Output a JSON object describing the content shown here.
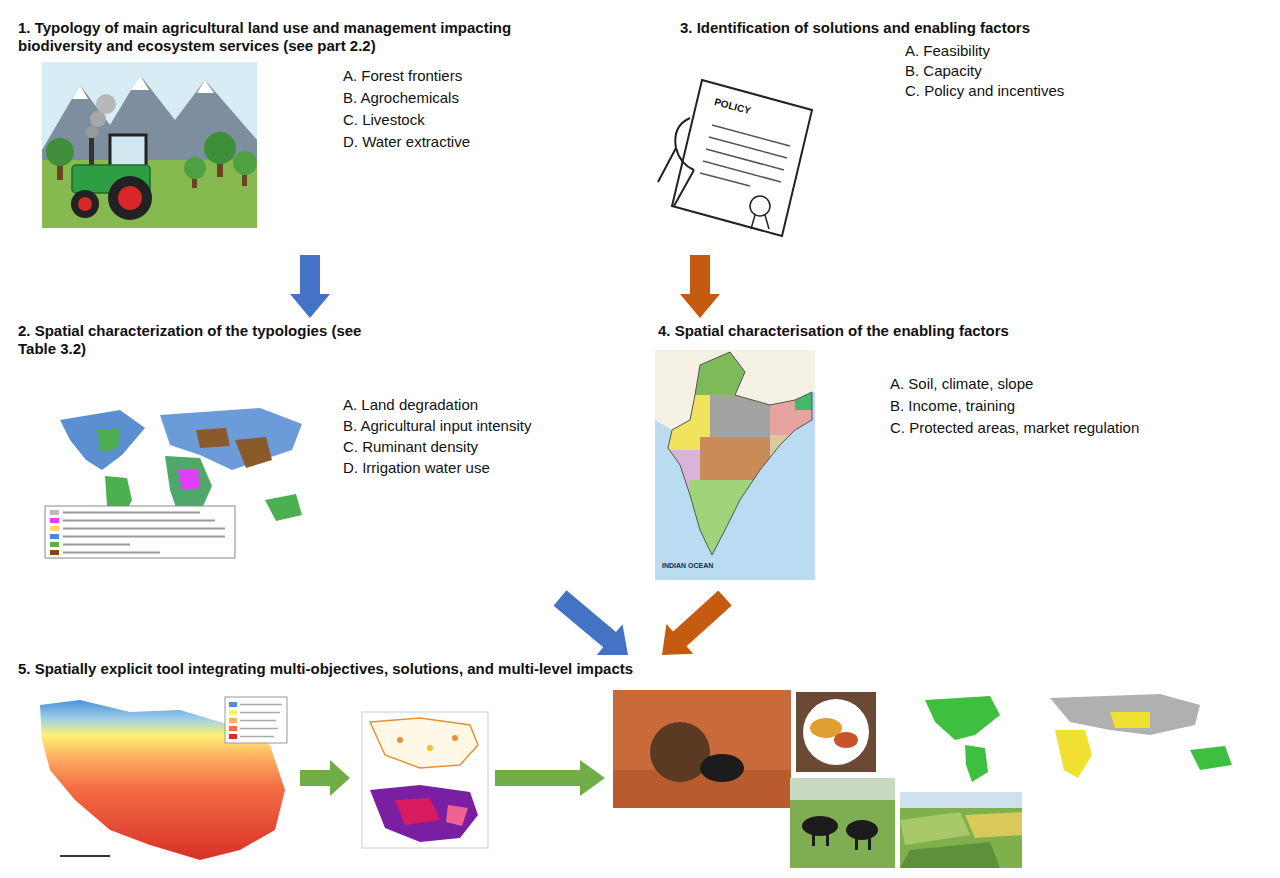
{
  "diagram": {
    "nodes": [
      {
        "text": [
          "1. Typology of main agricultural land use and management impacting biodiversity and ecosystem services (see part 2.2)",
          "A. Forest frontiers",
          "B. Agrochemicals",
          "C. Livestock",
          "D. Water extractive"
        ]
      },
      {
        "text": [
          "2. Spatial characterization of the typologies (see Table 3.2)",
          "A. Land degradation",
          "B. Agricultural input intensity",
          "C. Ruminant density",
          "D. Irrigation water use"
        ]
      },
      {
        "text": [
          "3. Identification of solutions and enabling factors",
          "A. Feasibility",
          "B. Capacity",
          "C. Policy and incentives"
        ]
      },
      {
        "text": [
          "4. Spatial characterisation of the enabling factors",
          "A. Soil, climate, slope",
          "B. Income, training",
          "C. Protected areas, market regulation"
        ]
      },
      {
        "text": [
          "5. Spatially explicit tool integrating multi-objectives, solutions, and multi-level impacts"
        ]
      }
    ],
    "edges": [
      {
        "from": 0,
        "to": 1,
        "arrow": "to"
      },
      {
        "from": 2,
        "to": 3,
        "arrow": "to"
      },
      {
        "from": 1,
        "to": 4,
        "arrow": "to"
      },
      {
        "from": 3,
        "to": 4,
        "arrow": "to"
      }
    ],
    "labels": [
      "POLICY",
      "INDIAN OCEAN"
    ]
  }
}
